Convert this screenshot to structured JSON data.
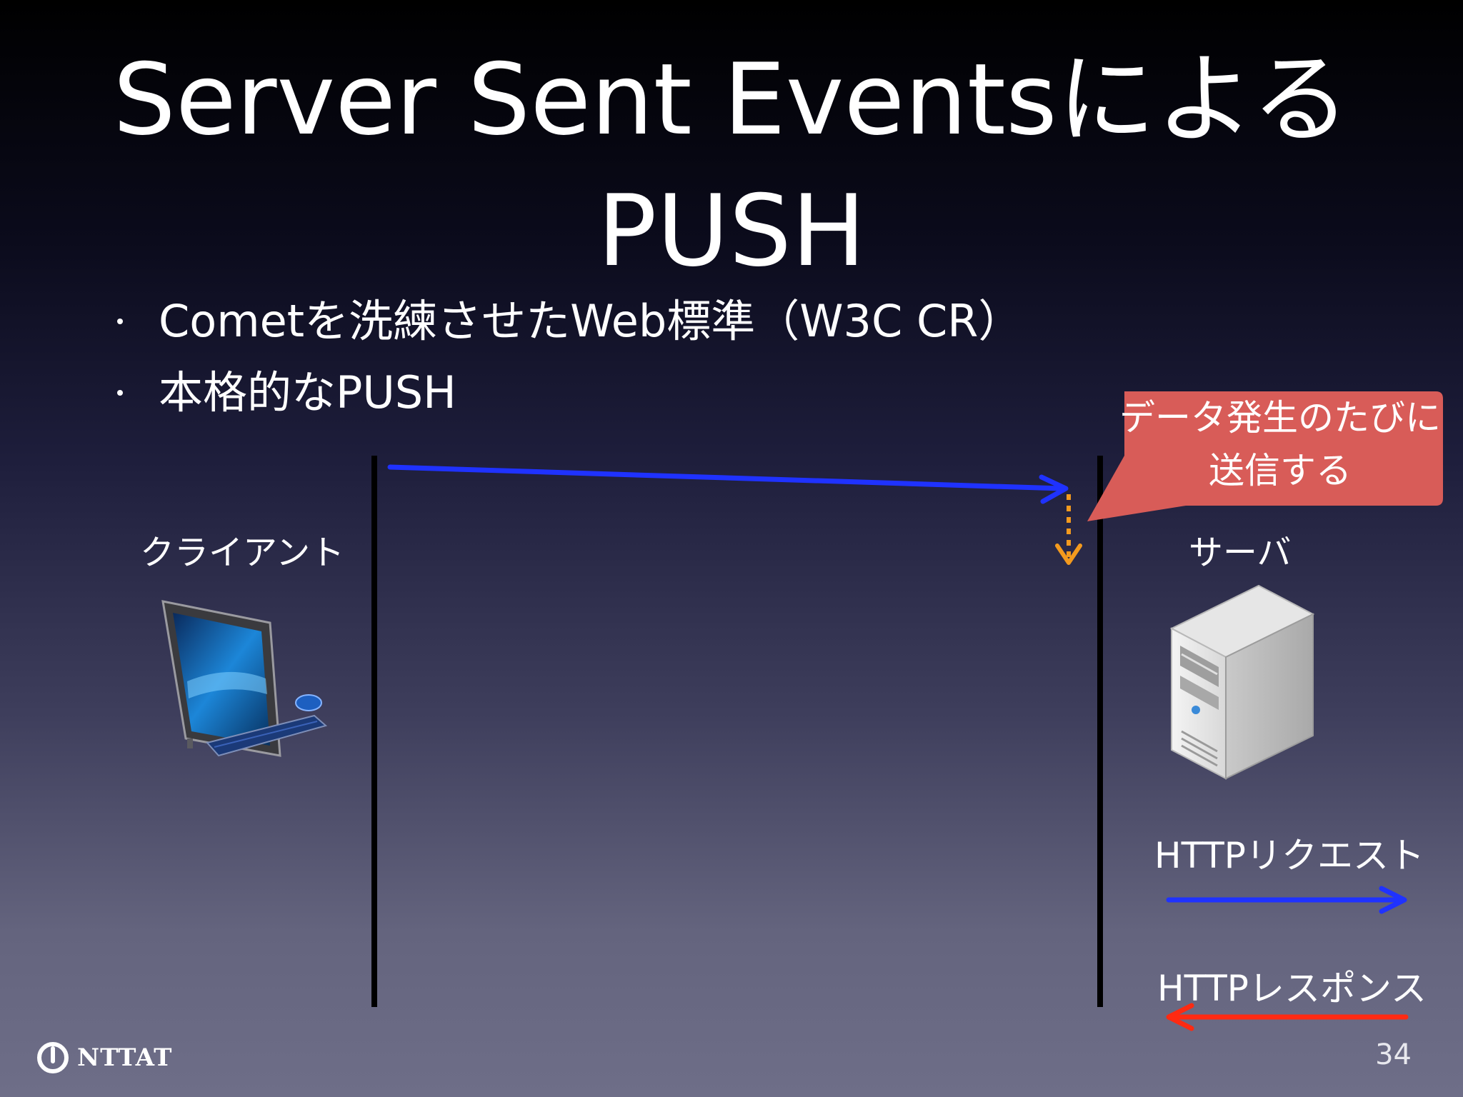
{
  "slide": {
    "title_line1": "Server Sent Eventsによる",
    "title_line2": "PUSH",
    "bullets": [
      "Cometを洗練させたWeb標準（W3C CR）",
      "本格的なPUSH"
    ],
    "page_number": "34"
  },
  "diagram": {
    "client_label": "クライアント",
    "server_label": "サーバ",
    "callout_line1": "データ発生のたびに",
    "callout_line2": "送信する",
    "legend_request": "HTTPリクエスト",
    "legend_response": "HTTPレスポンス",
    "colors": {
      "request": "#1f32ff",
      "response": "#ff2a12",
      "event": "#f39a1e",
      "callout": "#d85c58"
    }
  },
  "footer": {
    "logo_text": "NTTAT"
  }
}
